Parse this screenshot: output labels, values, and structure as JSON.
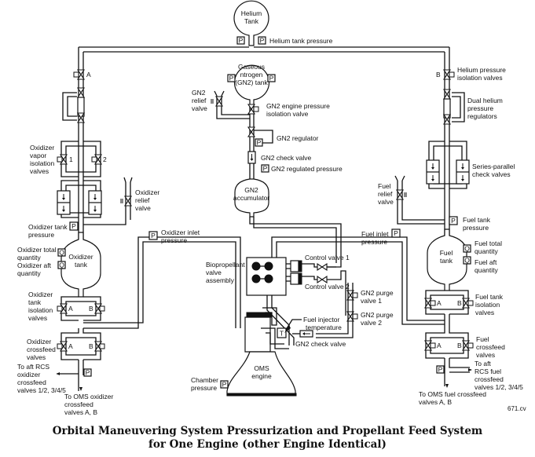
{
  "title_line1": "Orbital Maneuvering System Pressurization and Propellant Feed System",
  "title_line2": "for One Engine (other Engine Identical)",
  "figure_ref": "671.cv",
  "sensor_glyphs": {
    "pressure": "P",
    "quantity": "Q",
    "temperature": "T"
  },
  "valve_letters": {
    "a": "A",
    "b": "B",
    "one": "1",
    "two": "2"
  },
  "helium": {
    "tank_line1": "Helium",
    "tank_line2": "Tank",
    "pressure_label": "Helium tank pressure",
    "isolation_valves_line1": "Helium pressure",
    "isolation_valves_line2": "isolation valves",
    "regulators_line1": "Dual helium",
    "regulators_line2": "pressure",
    "regulators_line3": "regulators",
    "check_valves_line1": "Series-parallel",
    "check_valves_line2": "check valves"
  },
  "gn2": {
    "tank_line1": "Gaseous",
    "tank_line2": "ntrogen",
    "tank_line3": "(GN2) tank",
    "relief_line1": "GN2",
    "relief_line2": "relief",
    "relief_line3": "valve",
    "engine_iso_line1": "GN2 engine pressure",
    "engine_iso_line2": "isolation valve",
    "regulator": "GN2 regulator",
    "check_valve": "GN2 check valve",
    "regulated_pressure": "GN2 regulated pressure",
    "accumulator_line1": "GN2",
    "accumulator_line2": "accumulator",
    "purge1_line1": "GN2 purge",
    "purge1_line2": "valve 1",
    "purge2_line1": "GN2 purge",
    "purge2_line2": "valve 2",
    "engine_check_valve": "GN2 check valve"
  },
  "oxidizer": {
    "vapor_iso_line1": "Oxidizer",
    "vapor_iso_line2": "vapor",
    "vapor_iso_line3": "isolation",
    "vapor_iso_line4": "valves",
    "relief_line1": "Oxidizer",
    "relief_line2": "relief",
    "relief_line3": "valve",
    "tank_pressure_line1": "Oxidizer tank",
    "tank_pressure_line2": "pressure",
    "total_qty_line1": "Oxidizer total",
    "total_qty_line2": "quantity",
    "aft_qty_line1": "Oxidizer aft",
    "aft_qty_line2": "quantity",
    "tank_line1": "Oxidizer",
    "tank_line2": "tank",
    "tank_iso_line1": "Oxidizer",
    "tank_iso_line2": "tank",
    "tank_iso_line3": "isolation",
    "tank_iso_line4": "valves",
    "crossfeed_line1": "Oxidizer",
    "crossfeed_line2": "crossfeed",
    "crossfeed_line3": "valves",
    "rcs_line1": "To aft RCS",
    "rcs_line2": "oxidizer",
    "rcs_line3": "crossfeed",
    "rcs_line4": "valves 1/2, 3/4/5",
    "oms_line1": "To OMS oxidizer",
    "oms_line2": "crossfeed",
    "oms_line3": "valves A, B",
    "inlet_line1": "Oxidizer inlet",
    "inlet_line2": "pressure"
  },
  "fuel": {
    "relief_line1": "Fuel",
    "relief_line2": "relief",
    "relief_line3": "valve",
    "tank_pressure_line1": "Fuel tank",
    "tank_pressure_line2": "pressure",
    "inlet_line1": "Fuel inlet",
    "inlet_line2": "pressure",
    "tank_line1": "Fuel",
    "tank_line2": "tank",
    "total_qty_line1": "Fuel total",
    "total_qty_line2": "quantity",
    "aft_qty_line1": "Fuel aft",
    "aft_qty_line2": "quantity",
    "tank_iso_line1": "Fuel tank",
    "tank_iso_line2": "isolation",
    "tank_iso_line3": "valves",
    "crossfeed_line1": "Fuel",
    "crossfeed_line2": "crossfeed",
    "crossfeed_line3": "valves",
    "rcs_line1": "To aft",
    "rcs_line2": "RCS fuel",
    "rcs_line3": "crossfeed",
    "rcs_line4": "valves 1/2, 3/4/5",
    "oms_line1": "To OMS fuel crossfeed",
    "oms_line2": "valves A, B"
  },
  "engine": {
    "bipropellant_line1": "Biopropellant",
    "bipropellant_line2": "valve",
    "bipropellant_line3": "assembly",
    "control_valve_1": "Control valve 1",
    "control_valve_2": "Control valve 2",
    "injector_temp_line1": "Fuel injector",
    "injector_temp_line2": "temperature",
    "engine_line1": "OMS",
    "engine_line2": "engine",
    "chamber_line1": "Chamber",
    "chamber_line2": "pressure"
  }
}
